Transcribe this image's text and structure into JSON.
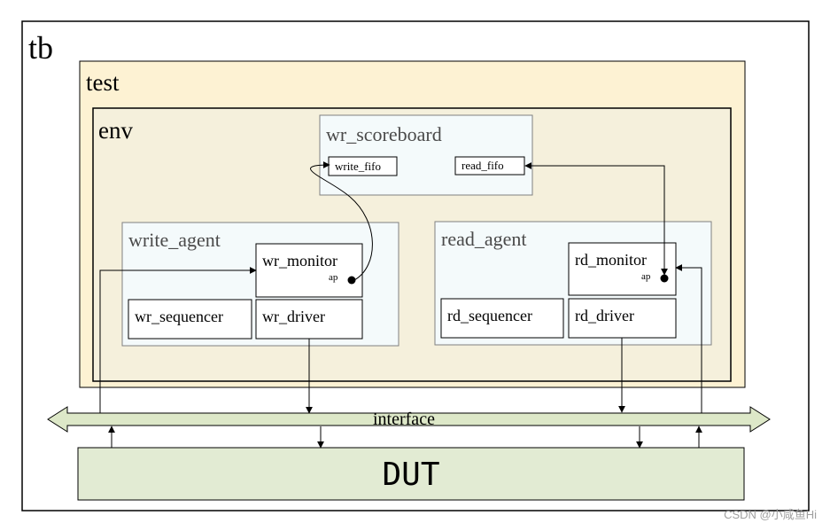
{
  "diagram": {
    "tb_label": "tb",
    "test_label": "test",
    "env_label": "env",
    "scoreboard": {
      "title": "wr_scoreboard",
      "write_fifo": "write_fifo",
      "read_fifo": "read_fifo"
    },
    "write_agent": {
      "title": "write_agent",
      "monitor": "wr_monitor",
      "ap": "ap",
      "sequencer": "wr_sequencer",
      "driver": "wr_driver"
    },
    "read_agent": {
      "title": "read_agent",
      "monitor": "rd_monitor",
      "ap": "ap",
      "sequencer": "rd_sequencer",
      "driver": "rd_driver"
    },
    "interface_label": "interface",
    "dut_label": "DUT"
  },
  "watermark": "CSDN @小咸鱼Hi",
  "colors": {
    "test_fill": "#fdf2d3",
    "env_fill": "#f5f0dc",
    "subbox_fill": "#f4fafb",
    "interface_fill": "#dde8c8",
    "dut_fill": "#e2ebd3",
    "line": "#000000"
  }
}
